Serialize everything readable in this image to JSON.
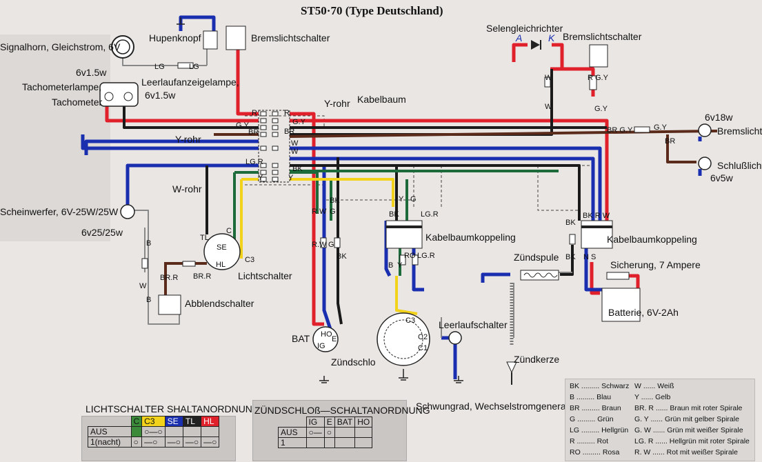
{
  "title": "ST50·70 (Type Deutschland)",
  "components": {
    "signalhorn": "Signalhorn, Gleichstrom, 6V",
    "hupenknopf": "Hupenknopf",
    "bremslichtschalter_front": "Bremslichtschalter",
    "tacho_rating": "6v1.5w",
    "tachometerlampe": "Tachometerlampe,",
    "tachometer": "Tachometer",
    "leerlauf_lampe": "Leerlaufanzeigelampe,",
    "leerlauf_rating": "6v1.5w",
    "selengleichrichter": "Selengleichrichter",
    "diode_a": "A",
    "diode_k": "K",
    "bremslichtschalter_rear": "Bremslichtschalter",
    "bremslicht_rating": "6v18w",
    "bremslicht": "Bremslicht",
    "schlusslicht": "Schlußlicht",
    "schlusslicht_rating": "6v5w",
    "kabelbaum": "Kabelbaum",
    "y_rohr_1": "Y-rohr",
    "y_rohr_2": "Y-rohr",
    "w_rohr": "W-rohr",
    "scheinwerfer": "Scheinwerfer, 6V-25W/25W",
    "scheinwerfer_rating": "6v25/25w",
    "lichtschalter": "Lichtschalter",
    "abblendschalter": "Abblendschalter",
    "kabelbaumkoppeling_1": "Kabelbaumkoppeling",
    "kabelbaumkoppeling_2": "Kabelbaumkoppeling",
    "zuendspule": "Zündspule",
    "sicherung": "Sicherung, 7 Ampere",
    "batterie": "Batterie, 6V-2Ah",
    "leerlaufschalter": "Leerlaufschalter",
    "zuendkerze": "Zündkerze",
    "zuendschloss": "Zündschlo",
    "schwungrad": "Schwungrad, Wechselstromgenerator",
    "ls_tl": "TL",
    "ls_c": "C",
    "ls_se": "SE",
    "ls_hl": "HL",
    "ls_c3": "C3",
    "zs_bat": "BAT",
    "zs_ho": "HO",
    "zs_ig": "IG",
    "zs_e": "E",
    "gen_c3": "C3",
    "gen_c2": "C2",
    "gen_c1": "C1"
  },
  "wire_labels": {
    "lg1": "LG",
    "lg2": "LG",
    "r1": "R",
    "gy1": "G.Y",
    "br1": "BR",
    "r2": "R",
    "gy2": "G.Y",
    "br2": "BR",
    "w1": "W",
    "w2": "W",
    "lgr": "LG.R",
    "bk1": "BK",
    "y1": "Y",
    "y2": "Y",
    "b1": "B",
    "w3": "W",
    "b2": "B",
    "brr1": "BR.R",
    "brr2": "BR.R",
    "rw1": "R.W",
    "gn1": "G",
    "bk2": "BK",
    "rw2": "R.W",
    "gn2": "G",
    "bk3": "BK",
    "bk4": "BK",
    "y3": "Y",
    "g3": "G",
    "bk5": "BK",
    "y4": "Y",
    "lgr2": "LG.R",
    "b3": "B",
    "y5": "Y",
    "ro": "RO",
    "lgr3": "LG.R",
    "r_g_y": "R G.Y",
    "gy3": "G.Y",
    "w4": "W",
    "w5": "W",
    "brgy": "BR G.Y",
    "gy4": "G.Y",
    "br3": "BR",
    "bk6": "BK",
    "bk7": "BK",
    "bk_r_w": "BK R W",
    "ns": "N S"
  },
  "lichtschalter_table": {
    "heading": "LICHTSCHALTER SHALTANORDNUNG",
    "columns": [
      "C",
      "C3",
      "SE",
      "TL",
      "HL"
    ],
    "rows": [
      "AUS",
      "1(nacht)"
    ]
  },
  "zuendschloss_table": {
    "heading": "ZÜNDSCHLOß—SCHALTANORDNUNG",
    "columns": [
      "IG",
      "E",
      "BAT",
      "HO"
    ],
    "rows": [
      "AUS",
      "1"
    ]
  },
  "color_legend": [
    {
      "code": "BK",
      "name": "Schwarz"
    },
    {
      "code": "B",
      "name": "Blau"
    },
    {
      "code": "BR",
      "name": "Braun"
    },
    {
      "code": "G",
      "name": "Grün"
    },
    {
      "code": "LG",
      "name": "Hellgrün"
    },
    {
      "code": "R",
      "name": "Rot"
    },
    {
      "code": "RO",
      "name": "Rosa"
    },
    {
      "code": "W",
      "name": "Weiß"
    },
    {
      "code": "Y",
      "name": "Gelb"
    },
    {
      "code": "BR. R",
      "name": "Braun mit roter Spirale"
    },
    {
      "code": "G. Y",
      "name": "Grün mit gelber Spirale"
    },
    {
      "code": "G. W",
      "name": "Grün mit weißer Spirale"
    },
    {
      "code": "LG. R",
      "name": "Hellgrün mit roter Spirale"
    },
    {
      "code": "R. W",
      "name": "Rot mit weißer Spirale"
    }
  ],
  "colors": {
    "red": "#e0202a",
    "blue": "#1a2fb0",
    "black": "#1a1a1a",
    "brown": "#5a2a1a",
    "green": "#1d6b3a",
    "yellow": "#f2d21a",
    "white": "#f4f4f4"
  }
}
